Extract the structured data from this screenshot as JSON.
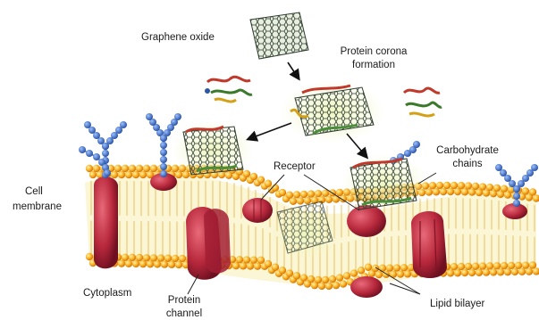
{
  "labels": {
    "graphene_oxide": "Graphene oxide",
    "protein_corona_1": "Protein corona",
    "protein_corona_2": "formation",
    "receptor": "Receptor",
    "carbohydrate_1": "Carbohydrate",
    "carbohydrate_2": "chains",
    "cell_membrane_1": "Cell",
    "cell_membrane_2": "membrane",
    "cytoplasm": "Cytoplasm",
    "protein_channel_1": "Protein",
    "protein_channel_2": "channel",
    "lipid_bilayer": "Lipid bilayer"
  },
  "colors": {
    "lipid_head": "#f5a623",
    "lipid_head_dark": "#e07b00",
    "protein": "#b8283c",
    "protein_dark": "#7d1424",
    "sugar": "#3f6fc4",
    "graphene": "#3a4a3a",
    "corona_glow": "#e9f1b8",
    "tail_fill": "#fbf6d6"
  }
}
